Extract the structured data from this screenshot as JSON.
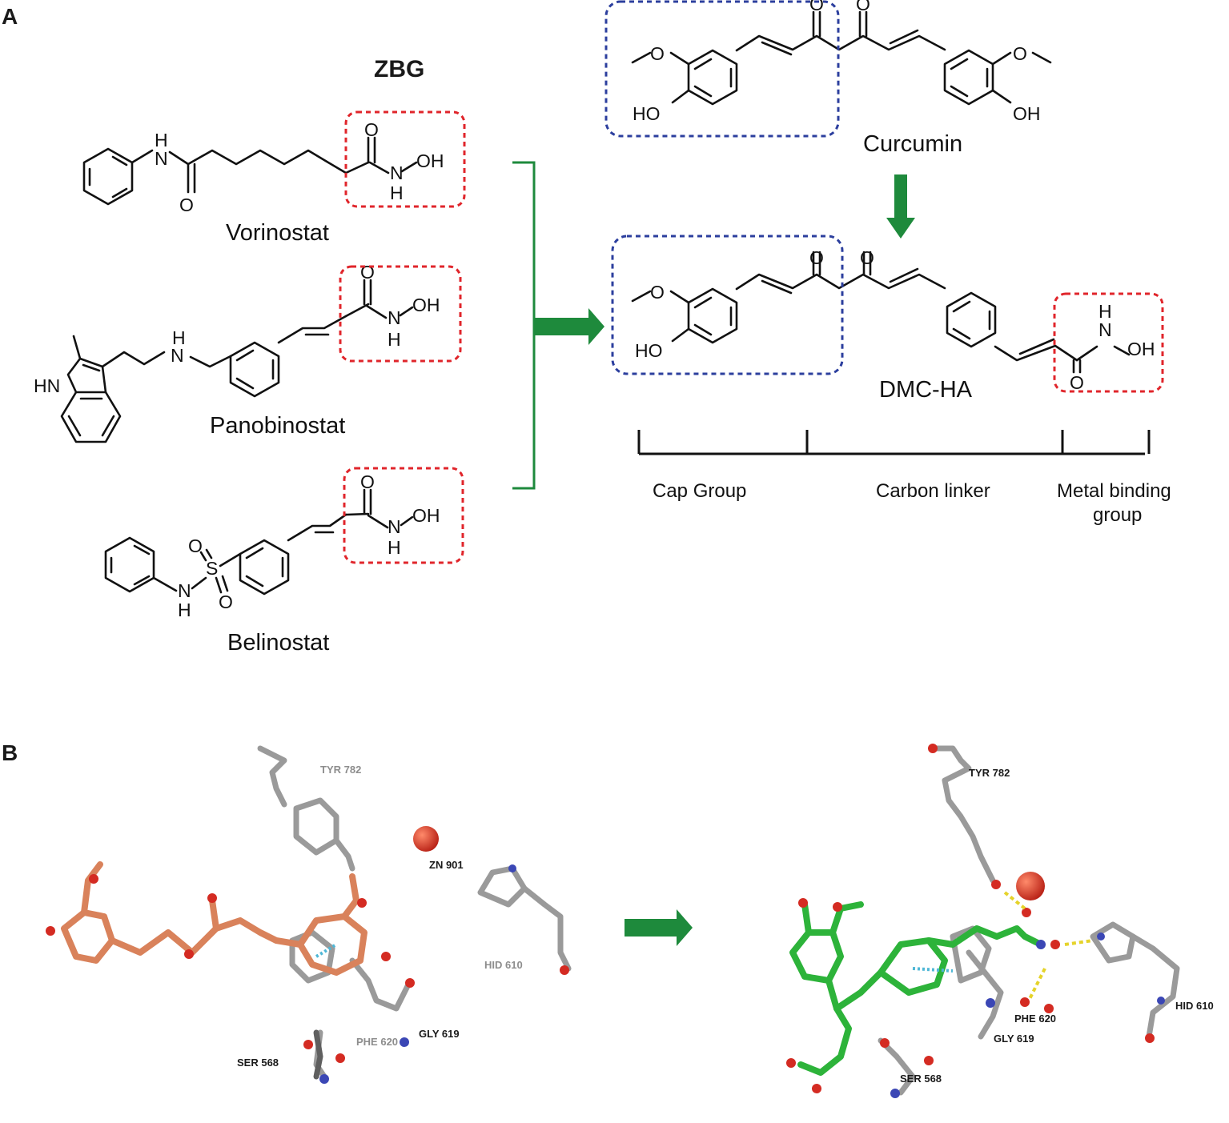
{
  "panel_a": {
    "label": "A",
    "zbg": "ZBG",
    "vorinostat": {
      "name": "Vorinostat",
      "o_top": "O",
      "nh_n": "N",
      "nh_h": "H",
      "oh": "OH",
      "amide_n": "N",
      "amide_h": "H",
      "amide_o": "O"
    },
    "panobinostat": {
      "name": "Panobinostat",
      "o_top": "O",
      "n": "N",
      "h": "H",
      "oh": "OH",
      "amine_nh": "N",
      "amine_h": "H",
      "indole_hn": "HN"
    },
    "belinostat": {
      "name": "Belinostat",
      "o_top": "O",
      "n": "N",
      "h": "H",
      "oh": "OH",
      "s": "S",
      "so_o1": "O",
      "so_o2": "O",
      "sn": "N",
      "sh": "H"
    },
    "curcumin": {
      "name": "Curcumin",
      "o1": "O",
      "o2": "O",
      "ome_o_left": "O",
      "ome_o_right": "O",
      "ho": "HO",
      "oh": "OH"
    },
    "dmcha": {
      "name": "DMC-HA",
      "o1": "O",
      "o2": "O",
      "ome_o": "O",
      "ho": "HO",
      "n": "N",
      "h": "H",
      "oh": "OH",
      "o_amide": "O"
    },
    "segments": {
      "cap": "Cap Group",
      "linker": "Carbon linker",
      "metal_1": "Metal binding",
      "metal_2": "group"
    }
  },
  "panel_b": {
    "label": "B",
    "left": {
      "tyr": "TYR 782",
      "zn": "ZN 901",
      "hid": "HID 610",
      "phe": "PHE 620",
      "gly": "GLY 619",
      "ser": "SER 568"
    },
    "right": {
      "tyr": "TYR 782",
      "phe": "PHE 620",
      "gly": "GLY 619",
      "hid": "HID 610",
      "ser": "SER 568"
    }
  },
  "colors": {
    "green_arrow": "#1e8a3c",
    "red_box": "#e0252b",
    "blue_box": "#2c3f9e",
    "ligand_orange": "#d9825b",
    "ligand_green": "#2db33a",
    "zinc": "#d23a2a"
  }
}
